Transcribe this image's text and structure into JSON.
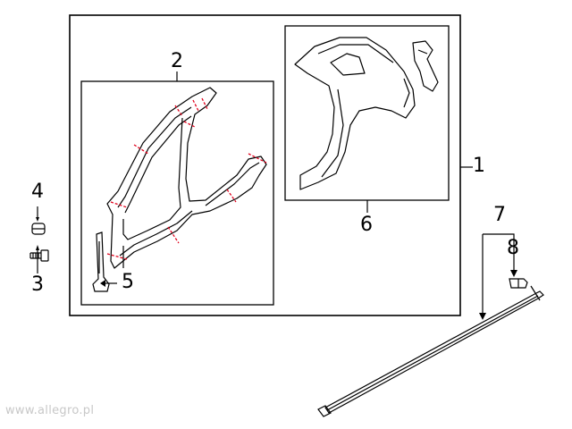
{
  "diagram": {
    "callouts": [
      {
        "id": "1",
        "label": "1"
      },
      {
        "id": "2",
        "label": "2"
      },
      {
        "id": "3",
        "label": "3"
      },
      {
        "id": "4",
        "label": "4"
      },
      {
        "id": "5",
        "label": "5"
      },
      {
        "id": "6",
        "label": "6"
      },
      {
        "id": "7",
        "label": "7"
      },
      {
        "id": "8",
        "label": "8"
      }
    ],
    "parts": [
      {
        "callout": "1",
        "name": "body-side-assembly"
      },
      {
        "callout": "2",
        "name": "front-pillar-rocker-panel"
      },
      {
        "callout": "3",
        "name": "bolt"
      },
      {
        "callout": "4",
        "name": "nut"
      },
      {
        "callout": "5",
        "name": "pillar-bracket"
      },
      {
        "callout": "6",
        "name": "quarter-panel"
      },
      {
        "callout": "7",
        "name": "sill-trim-rod"
      },
      {
        "callout": "8",
        "name": "clip"
      }
    ],
    "colors": {
      "line": "#000000",
      "cut_marks": "#e0001b",
      "background": "#ffffff"
    }
  },
  "watermark": {
    "text": "www.allegro.pl"
  }
}
